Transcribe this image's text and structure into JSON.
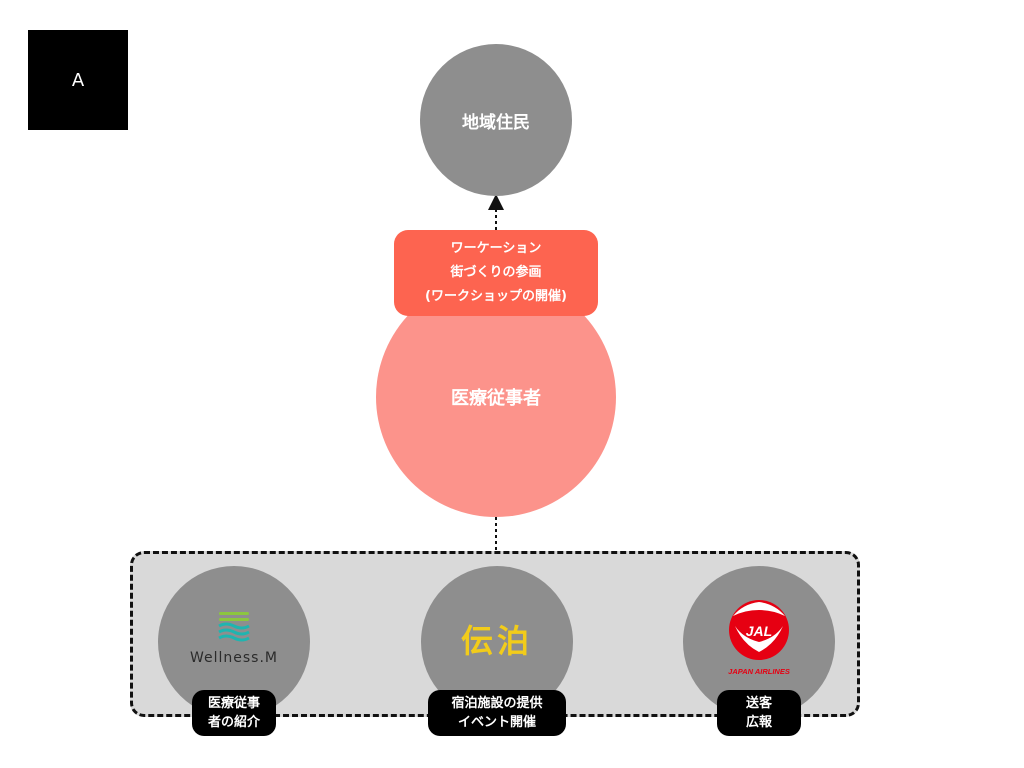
{
  "corner_label": "A",
  "nodes": {
    "residents": "地域住民",
    "healthcare_workers": "医療従事者"
  },
  "action_box": {
    "lines": [
      "ワーケーション",
      "街づくりの参画",
      "(ワークショップの開催)"
    ]
  },
  "partners": [
    {
      "logo_text": "Wellness.M",
      "tag_lines": [
        "医療従事",
        "者の紹介"
      ]
    },
    {
      "logo_text": "伝泊",
      "tag_lines": [
        "宿泊施設の提供",
        "イベント開催"
      ]
    },
    {
      "logo_text": "JAL",
      "logo_subtext": "JAPAN AIRLINES",
      "tag_lines": [
        "送客",
        "広報"
      ]
    }
  ],
  "colors": {
    "gray_node": "#8e8e8e",
    "pink_node": "#fc938b",
    "action_box": "#fd6450",
    "partner_bg": "#d9d9d9",
    "wellness_green": "#8cc63f",
    "wellness_teal": "#1fb5b0",
    "denpaku_yellow": "#f2cc1a",
    "jal_red": "#e60012"
  }
}
